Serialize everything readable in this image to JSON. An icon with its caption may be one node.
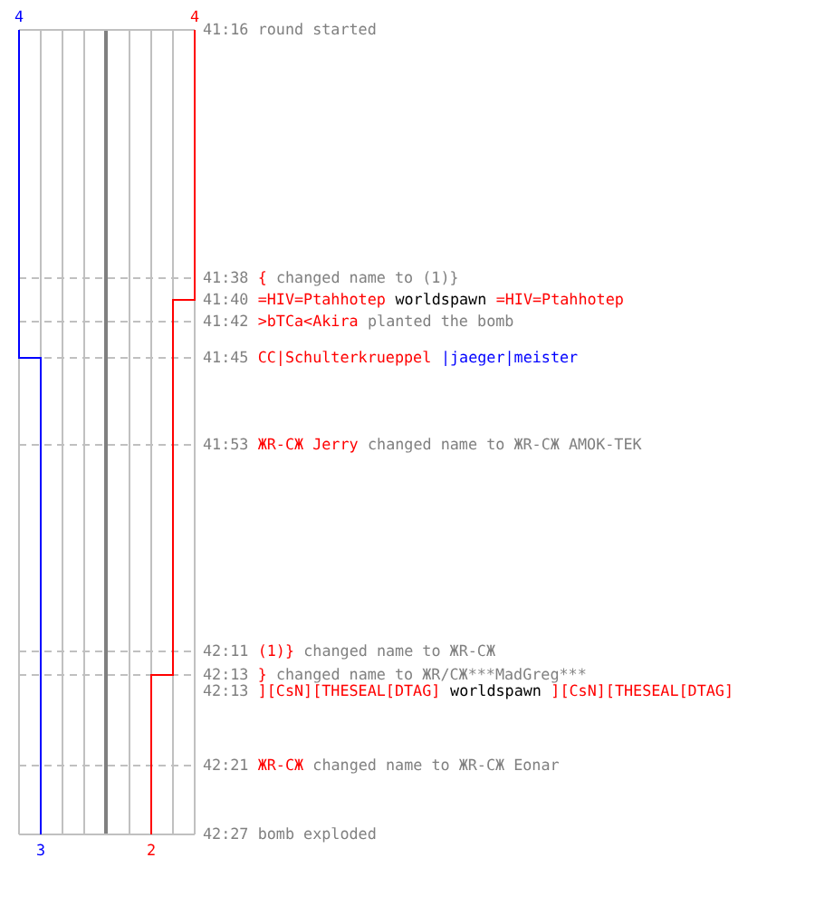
{
  "diagram": {
    "labels": [
      "4",
      "4",
      "41:16",
      "round started",
      "41:38",
      "{",
      "changed name to (1)}",
      "41:40",
      "=HIV=Ptahhotep",
      "worldspawn",
      "=HIV=Ptahhotep",
      "41:42",
      ">bTCa<Akira",
      "planted the bomb",
      "41:45",
      "CC|Schulterkrueppel",
      "|jaeger|meister",
      "41:53",
      "ЖR-CЖ Jerry",
      "changed name to ЖR-CЖ AMOK-TEK",
      "42:11",
      "(1)}",
      "changed name to ЖR-CЖ",
      "42:13",
      "}",
      "changed name to ЖR/CЖ***MadGreg***",
      "42:13",
      "][CsN][THESEAL[DTAG]",
      "worldspawn",
      "][CsN][THESEAL[DTAG]",
      "42:21",
      "ЖR-CЖ",
      "changed name to ЖR-CЖ Eonar",
      "42:27",
      "bomb exploded",
      "3",
      "2"
    ]
  }
}
